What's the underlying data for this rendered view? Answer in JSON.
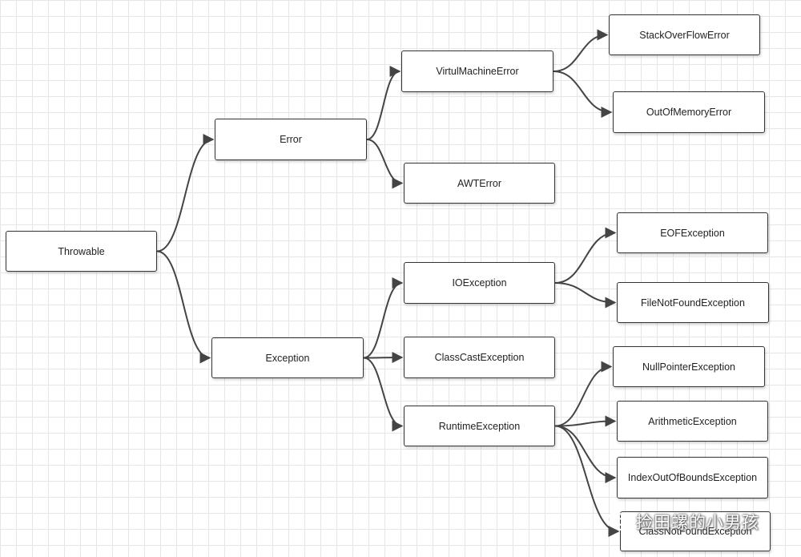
{
  "diagram": {
    "nodes": {
      "throwable": "Throwable",
      "error": "Error",
      "exception": "Exception",
      "virtual_machine_error": "VirtulMachineError",
      "awt_error": "AWTError",
      "stack_overflow_error": "StackOverFlowError",
      "out_of_memory_error": "OutOfMemoryError",
      "io_exception": "IOException",
      "class_cast_exception": "ClassCastException",
      "runtime_exception": "RuntimeException",
      "eof_exception": "EOFException",
      "file_not_found_exception": "FileNotFoundException",
      "null_pointer_exception": "NullPointerException",
      "arithmetic_exception": "ArithmeticException",
      "index_out_of_bounds_exception": "IndexOutOfBoundsException",
      "class_not_found_exception": "ClassNotFoundException"
    },
    "edges": [
      [
        "throwable",
        "error"
      ],
      [
        "throwable",
        "exception"
      ],
      [
        "error",
        "virtual_machine_error"
      ],
      [
        "error",
        "awt_error"
      ],
      [
        "virtual_machine_error",
        "stack_overflow_error"
      ],
      [
        "virtual_machine_error",
        "out_of_memory_error"
      ],
      [
        "exception",
        "io_exception"
      ],
      [
        "exception",
        "class_cast_exception"
      ],
      [
        "exception",
        "runtime_exception"
      ],
      [
        "io_exception",
        "eof_exception"
      ],
      [
        "io_exception",
        "file_not_found_exception"
      ],
      [
        "runtime_exception",
        "null_pointer_exception"
      ],
      [
        "runtime_exception",
        "arithmetic_exception"
      ],
      [
        "runtime_exception",
        "index_out_of_bounds_exception"
      ],
      [
        "runtime_exception",
        "class_not_found_exception"
      ]
    ]
  },
  "watermark": {
    "text": "捡田螺的小男孩",
    "icon": "wechat-icon"
  },
  "colors": {
    "edge": "#444444",
    "node_border": "#333333",
    "grid": "#e6e6e6"
  }
}
